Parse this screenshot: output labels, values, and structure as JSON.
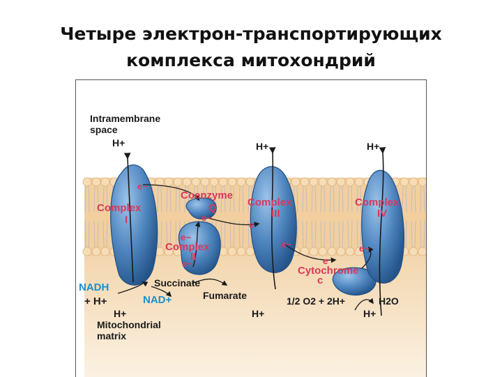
{
  "title": {
    "line1": "Четыре электрон-транспортирующих",
    "line2": "комплекса митохондрий"
  },
  "colors": {
    "complex_fill": "#4f86bf",
    "complex_dark": "#1f4f85",
    "membrane_band": "#f3cfa0",
    "matrix_bg": "#f7e6cc",
    "electron_label": "#d8385a",
    "nadh_label": "#1a8fd0",
    "text": "#1a1a1a"
  },
  "diagram": {
    "intramembrane_label_1": "Intramembrane",
    "intramembrane_label_2": "space",
    "h_plus_top_1": "H+",
    "h_plus_top_3": "H+",
    "h_plus_top_4": "H+",
    "complex_i_label": "Complex",
    "complex_i_num": "I",
    "complex_ii_label": "Complex",
    "complex_ii_num": "II",
    "complex_iii_label": "Complex",
    "complex_iii_num": "III",
    "complex_iv_label": "Complex",
    "complex_iv_num": "IV",
    "coenzyme_label": "Coenzyme",
    "coenzyme_q": "Q",
    "cytochrome_label": "Cytochrome",
    "cytochrome_c": "c",
    "electron": "e−",
    "electron_short": "e",
    "nadh": "NADH",
    "plus_h": "+ H+",
    "nad_plus": "NAD+",
    "succinate": "Succinate",
    "fumarate": "Fumarate",
    "h_plus_bottom_1": "H+",
    "h_plus_bottom_3": "H+",
    "h_plus_bottom_4": "H+",
    "oxygen_reaction": "1/2 O2 + 2H+",
    "water": "H2O",
    "matrix_label_1": "Mitochondrial",
    "matrix_label_2": "matrix"
  }
}
